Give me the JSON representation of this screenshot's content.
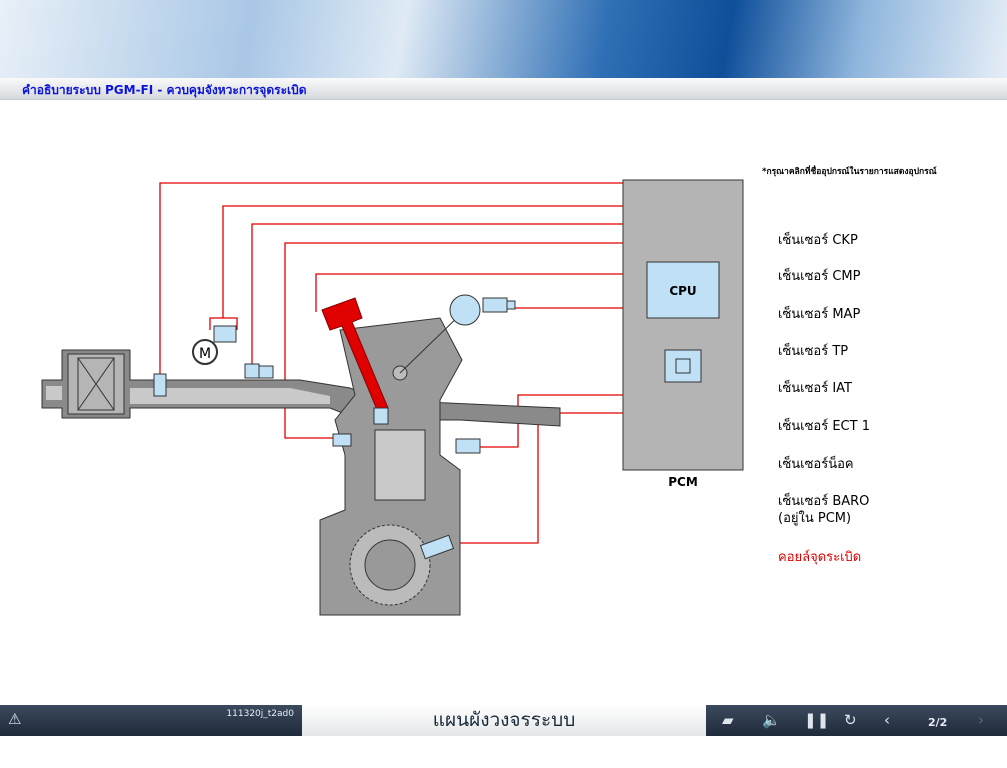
{
  "header": {
    "title": "คำอธิบายระบบ PGM-FI - ควบคุมจังหวะการจุดระเบิด"
  },
  "note": "*กรุณาคลิกที่ชื่ออุปกรณ์ในรายการแสดงอุปกรณ์",
  "diagram": {
    "cpu_label": "CPU",
    "pcm_label": "PCM",
    "motor_label": "M",
    "wire_color": "#e00000",
    "highlight_color": "#e00000"
  },
  "sensors": [
    {
      "label": "เซ็นเซอร์ CKP"
    },
    {
      "label": "เซ็นเซอร์ CMP"
    },
    {
      "label": "เซ็นเซอร์ MAP"
    },
    {
      "label": "เซ็นเซอร์ TP"
    },
    {
      "label": "เซ็นเซอร์ IAT"
    },
    {
      "label": "เซ็นเซอร์ ECT 1"
    },
    {
      "label": "เซ็นเซอร์น็อค"
    },
    {
      "label": "เซ็นเซอร์ BARO",
      "sub": "(อยู่ใน PCM)"
    },
    {
      "label": "คอยล์จุดระเบิด",
      "active": true
    }
  ],
  "footer": {
    "code": "111320j_t2ad0",
    "title": "แผนผังวงจรระบบ",
    "page": "2/2"
  }
}
